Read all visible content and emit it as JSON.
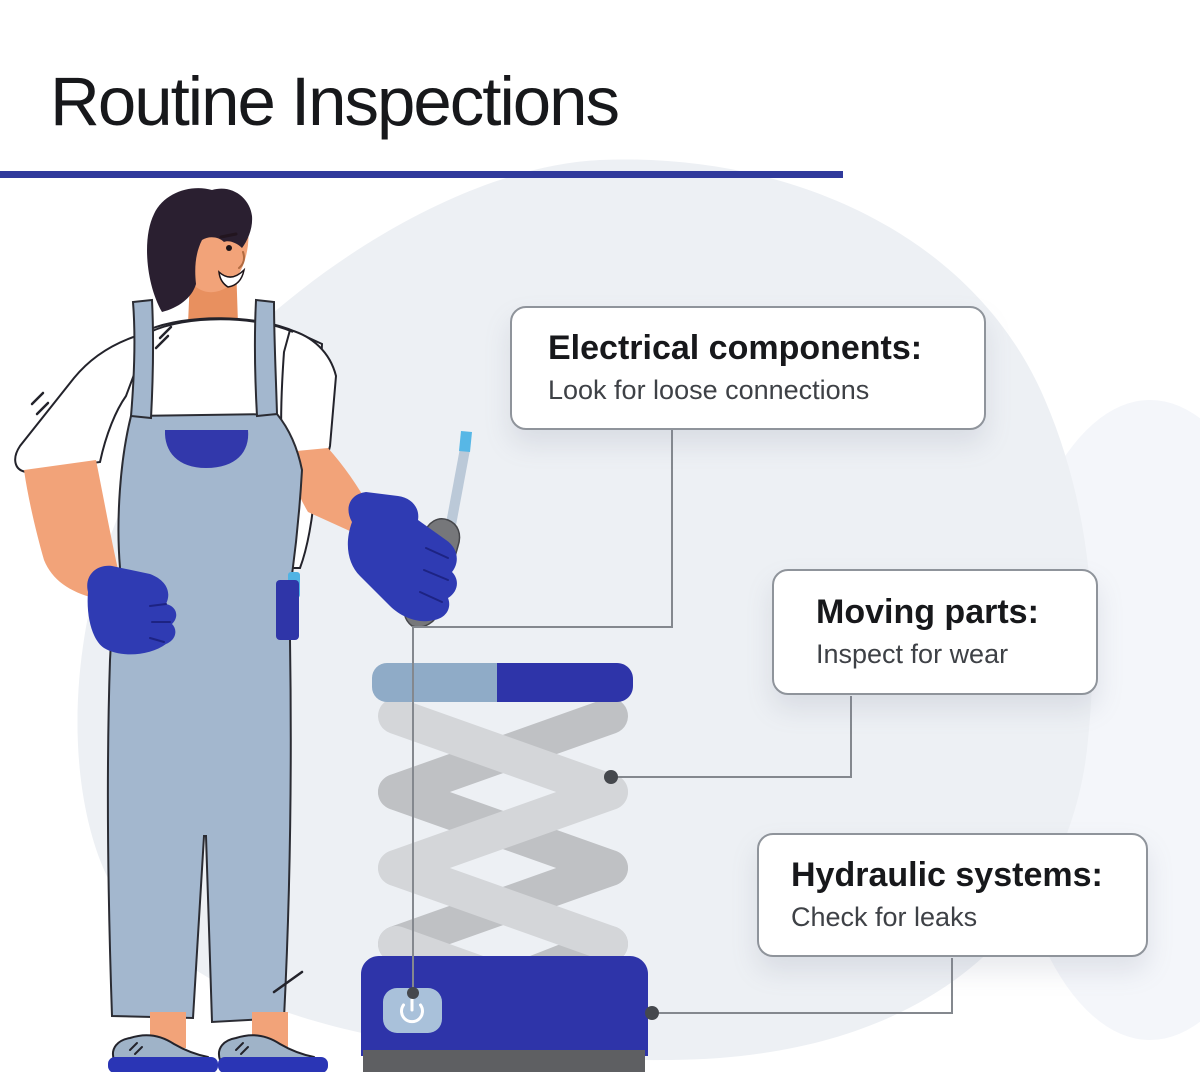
{
  "header": {
    "title": "Routine Inspections"
  },
  "callouts": [
    {
      "heading": "Electrical components:",
      "detail": "Look for loose connections"
    },
    {
      "heading": "Moving parts:",
      "detail": "Inspect for wear"
    },
    {
      "heading": "Hydraulic systems:",
      "detail": "Check for leaks"
    }
  ],
  "icons": {
    "power": "⏻"
  },
  "colors": {
    "accent_blue": "#303A9C",
    "lift_navy": "#2E34A9",
    "platform_steel_blue": "#8FABC7",
    "blob_gray": "#EDF0F4",
    "connector_gray": "#84888E",
    "overalls_blue": "#A3B7CE",
    "glove_navy": "#2F3BB3"
  }
}
